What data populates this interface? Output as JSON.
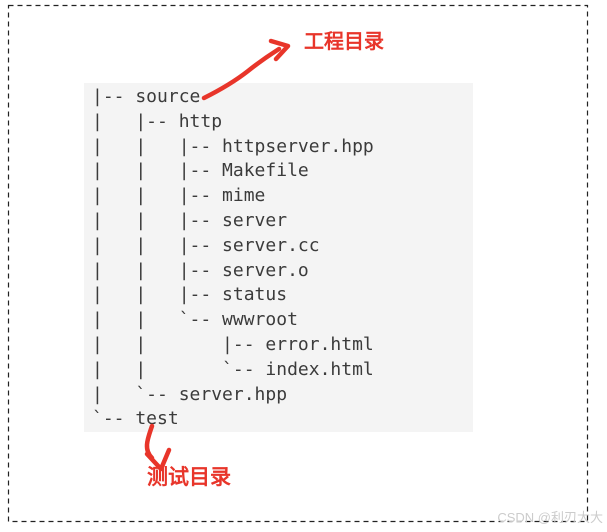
{
  "figure": {
    "border_color": "#222222",
    "background_color": "#ffffff"
  },
  "tree": {
    "background_color": "#f4f4f4",
    "text_color": "#3b3b3b",
    "lines": [
      "|-- source",
      "|   |-- http",
      "|   |   |-- httpserver.hpp",
      "|   |   |-- Makefile",
      "|   |   |-- mime",
      "|   |   |-- server",
      "|   |   |-- server.cc",
      "|   |   |-- server.o",
      "|   |   |-- status",
      "|   |   `-- wwwroot",
      "|   |       |-- error.html",
      "|   |       `-- index.html",
      "|   `-- server.hpp",
      "`-- test"
    ]
  },
  "annotations": {
    "arrow_color": "#e8352a",
    "top_label": "工程目录",
    "bottom_label": "测试目录"
  },
  "watermark": {
    "text": "CSDN @利刃大大",
    "color": "#cccccc"
  }
}
